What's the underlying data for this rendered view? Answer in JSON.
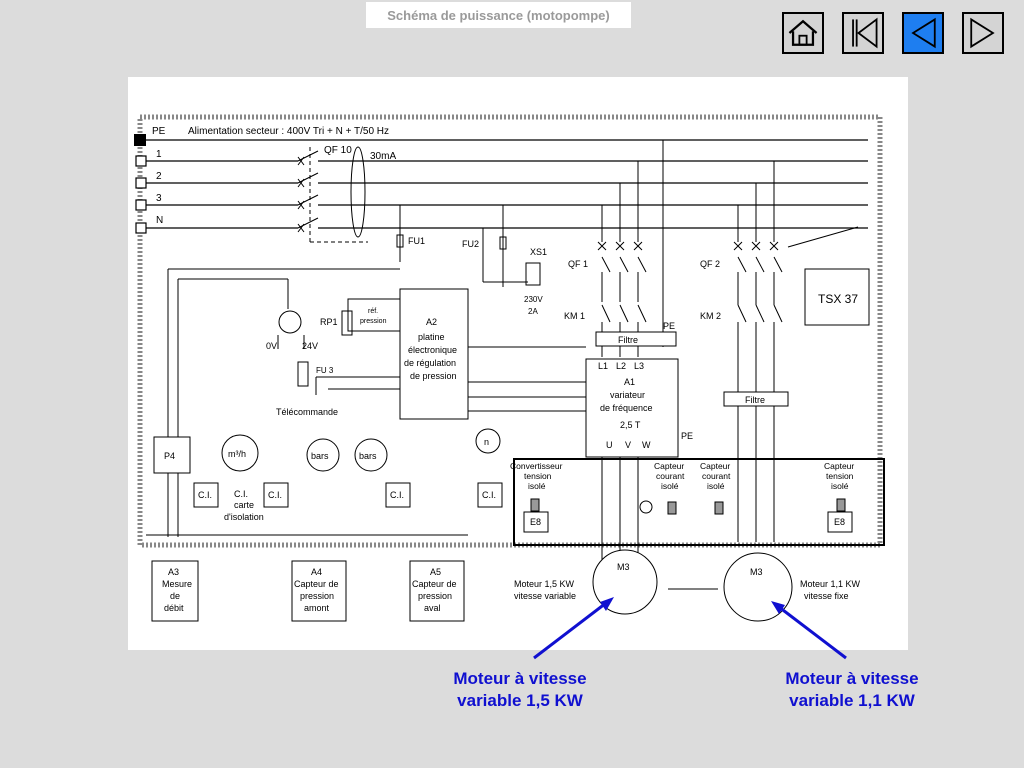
{
  "header": {
    "title": "Schéma de puissance (motopompe)"
  },
  "nav": {
    "home_icon": "home-icon",
    "first_icon": "first-page-icon",
    "prev_icon": "previous-arrow-icon",
    "next_icon": "next-arrow-icon",
    "prev_accent": "#1e7ef0"
  },
  "diagram": {
    "supply_title": "Alimentation secteur : 400V Tri + N + T/50 Hz",
    "terminals": [
      "PE",
      "1",
      "2",
      "3",
      "N"
    ],
    "qf10": "QF 10",
    "rcd": "30mA",
    "fu1": "FU1",
    "fu2": "FU2",
    "xs1": "XS1",
    "xs1_rating": [
      "230V",
      "2A"
    ],
    "qf1": "QF 1",
    "qf2": "QF 2",
    "km1": "KM 1",
    "km2": "KM 2",
    "pe_a": "PE",
    "pe_b": "PE",
    "tsx": "TSX 37",
    "filtre_1": "Filtre",
    "filtre_2": "Filtre",
    "a1": {
      "phases": [
        "L1",
        "L2",
        "L3"
      ],
      "lines": [
        "A1",
        "variateur",
        "de fréquence",
        "2,5 T"
      ],
      "outputs": [
        "U",
        "V",
        "W"
      ]
    },
    "a2": {
      "lines": [
        "A2",
        "platine",
        "électronique",
        "de régulation",
        "de pression"
      ]
    },
    "rp1": "RP1",
    "ref": [
      "réf.",
      "pression"
    ],
    "transfo": {
      "v0": "0V",
      "v24": "24V"
    },
    "fu3": "FU 3",
    "telecommande": "Télécommande",
    "p4": "P4",
    "flow_unit": "m³/h",
    "bars_1": "bars",
    "bars_2": "bars",
    "n": "n",
    "ci_1": "C.I.",
    "ci_card": [
      "C.I.",
      "carte",
      "d'isolation"
    ],
    "ci_2": "C.I.",
    "ci_3": "C.I.",
    "ci_4": "C.I.",
    "conv": [
      "Convertisseur",
      "tension",
      "isolé"
    ],
    "capteur_courant_1": [
      "Capteur",
      "courant",
      "isolé"
    ],
    "capteur_courant_2": [
      "Capteur",
      "courant",
      "isolé"
    ],
    "capteur_tension": [
      "Capteur",
      "tension",
      "isolé"
    ],
    "e8_1": "E8",
    "e8_2": "E8",
    "a3": [
      "A3",
      "Mesure",
      "de",
      "débit"
    ],
    "a4": [
      "A4",
      "Capteur de",
      "pression",
      "amont"
    ],
    "a5": [
      "A5",
      "Capteur de",
      "pression",
      "aval"
    ],
    "m3_1": "M3",
    "m3_2": "M3",
    "motor1_label": [
      "Moteur 1,5 KW",
      "vitesse variable"
    ],
    "motor2_label": [
      "Moteur 1,1 KW",
      "vitesse fixe"
    ]
  },
  "captions": {
    "left": [
      "Moteur à vitesse",
      "variable 1,5 KW"
    ],
    "right": [
      "Moteur à vitesse",
      "variable 1,1 KW"
    ],
    "color": "#1010d0"
  }
}
